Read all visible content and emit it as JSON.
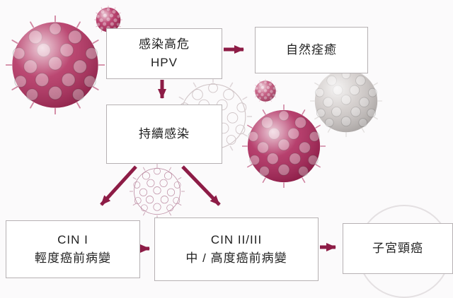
{
  "diagram": {
    "type": "flowchart",
    "title_implicit": "HPV infection progression",
    "boxes": {
      "infect_hpv": {
        "line1": "感染高危",
        "line2": "HPV"
      },
      "natural": {
        "label": "自然痊癒"
      },
      "persist": {
        "label": "持續感染"
      },
      "cin1": {
        "line1": "CIN I",
        "line2": "輕度癌前病變"
      },
      "cin23": {
        "line1": "CIN II/III",
        "line2": "中 / 高度癌前病變"
      },
      "cancer": {
        "label": "子宮頸癌"
      }
    },
    "edges": [
      {
        "from": "infect_hpv",
        "to": "natural"
      },
      {
        "from": "infect_hpv",
        "to": "persist"
      },
      {
        "from": "persist",
        "to": "cin1"
      },
      {
        "from": "persist",
        "to": "cin23"
      },
      {
        "from": "cin1",
        "to": "cin23"
      },
      {
        "from": "cin23",
        "to": "cancer"
      }
    ],
    "icons": {
      "viruses": [
        "hpv-virus-large-icon",
        "hpv-virus-small-top-icon",
        "hpv-virus-sketch-center-icon",
        "hpv-virus-small-mid-icon",
        "hpv-virus-medium-icon",
        "hpv-virus-gray-icon",
        "hpv-virus-sketch-lower-icon"
      ]
    },
    "colors": {
      "arrow": "#8d1c46",
      "box_border": "#b6b1b3",
      "box_background": "#ffffff",
      "page_background": "#fbfafb",
      "virus_pink": "#b02a5b",
      "virus_gray": "#cfc9c7",
      "text": "#1f1f1f"
    }
  }
}
